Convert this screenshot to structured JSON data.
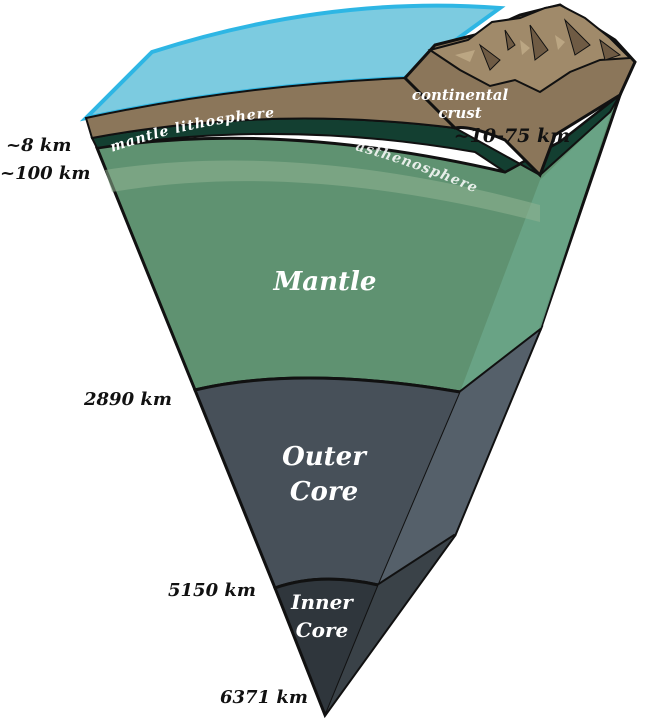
{
  "labels": {
    "crust_depth": "~8 km",
    "lithosphere_depth": "~100 km",
    "mantle_lithosphere": "mantle lithosphere",
    "asthenosphere": "asthenosphere",
    "continental_crust_line1": "continental",
    "continental_crust_line2": "crust",
    "continental_crust_depth": "~10-75 km",
    "mantle": "Mantle",
    "outer_core_depth": "2890 km",
    "outer_core_line1": "Outer",
    "outer_core_line2": "Core",
    "inner_core_depth": "5150 km",
    "inner_core_line1": "Inner",
    "inner_core_line2": "Core",
    "center_depth": "6371 km"
  },
  "colors": {
    "ocean": "#7ccbe0",
    "ocean_edge": "#2eb6e4",
    "crust": "#8b765a",
    "mountain": "#a08a6a",
    "lithosphere": "#133f31",
    "mantle": "#5f9271",
    "mantle_side": "#6aa587",
    "outer_core": "#475059",
    "outer_core_side": "#55606a",
    "inner_core": "#2f363c",
    "inner_core_side": "#3a4248",
    "outline": "#111111"
  }
}
